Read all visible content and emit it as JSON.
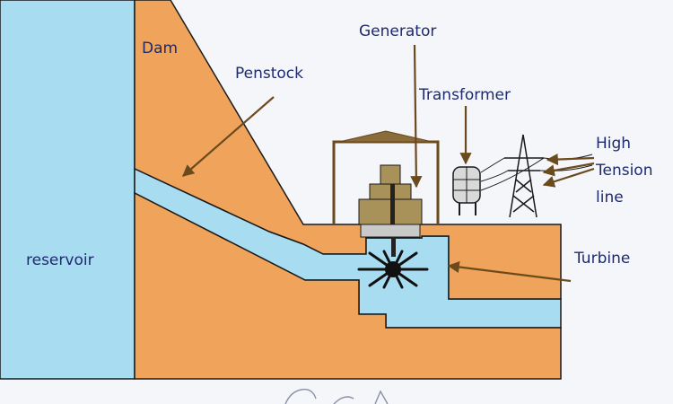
{
  "colors": {
    "water": "#a8dcf0",
    "concrete": "#f0a35a",
    "outline": "#1a1a1a",
    "arrow": "#6b4a1e",
    "label": "#1e2a6e",
    "generator": "#a9925a",
    "background": "#f5f6fa"
  },
  "labels": {
    "dam": "Dam",
    "penstock": "Penstock",
    "generator": "Generator",
    "transformer": "Transformer",
    "high_tension_line": [
      "High",
      "Tension",
      "line"
    ],
    "turbine": "Turbine",
    "reservoir": "reservoir"
  },
  "icons": [
    "generator-icon",
    "transformer-icon",
    "transmission-tower-icon",
    "turbine-icon",
    "arrow-icon"
  ]
}
